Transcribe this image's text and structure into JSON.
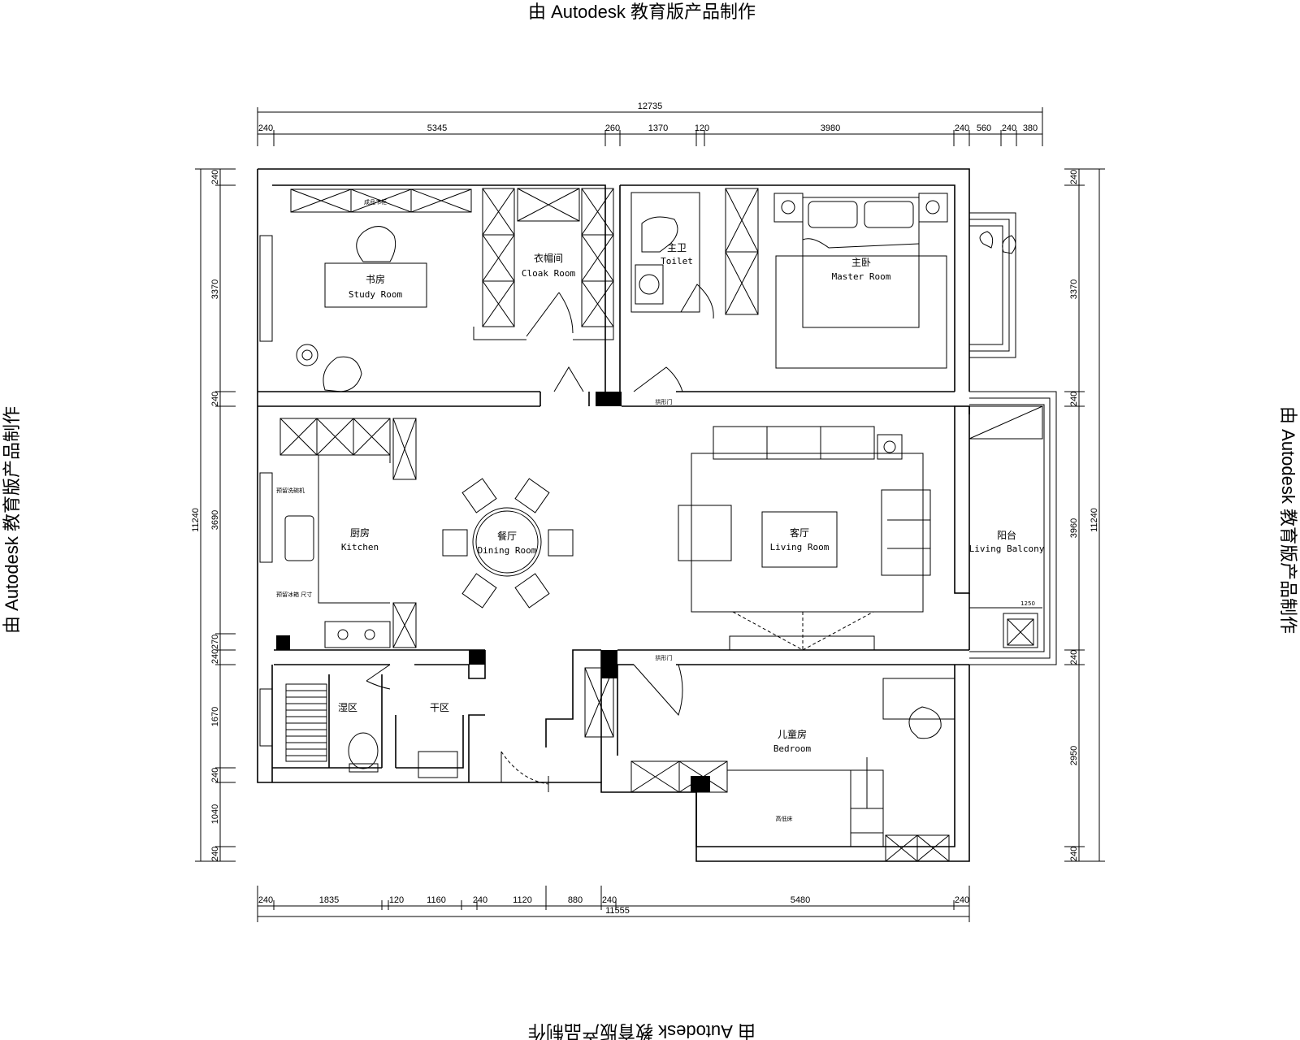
{
  "watermark": "由 Autodesk 教育版产品制作",
  "rooms": {
    "study": {
      "cn": "书房",
      "en": "Study Room"
    },
    "cloak": {
      "cn": "衣帽间",
      "en": "Cloak Room"
    },
    "toilet": {
      "cn": "主卫",
      "en": "Toilet"
    },
    "master": {
      "cn": "主卧",
      "en": "Master Room"
    },
    "kitchen": {
      "cn": "厨房",
      "en": "Kitchen"
    },
    "dining": {
      "cn": "餐厅",
      "en": "Dining Room"
    },
    "living": {
      "cn": "客厅",
      "en": "Living Room"
    },
    "balcony": {
      "cn": "阳台",
      "en": "Living Balcony"
    },
    "wet": {
      "cn": "湿区"
    },
    "dry": {
      "cn": "干区"
    },
    "bedroom": {
      "cn": "儿童房",
      "en": "Bedroom"
    }
  },
  "annotations": {
    "bookcase": "成品书柜",
    "dishwasher": "预留洗碗机",
    "fridge": "预留冰箱 尺寸",
    "arch_door_1": "拱形门",
    "arch_door_2": "拱形门",
    "bunk_bed": "高低床",
    "balcony_width": "1250"
  },
  "dimensions": {
    "top": {
      "overall": "12735",
      "segments": [
        "240",
        "5345",
        "260",
        "1370",
        "120",
        "3980",
        "240",
        "560",
        "240",
        "380"
      ]
    },
    "bottom": {
      "overall": "11555",
      "segments": [
        "240",
        "1835",
        "120",
        "1160",
        "240",
        "1120",
        "880",
        "240",
        "5480",
        "240"
      ]
    },
    "left": {
      "overall": "11240",
      "segments": [
        "240",
        "3370",
        "240",
        "3690",
        "240",
        "270",
        "1670",
        "240",
        "1040",
        "240"
      ]
    },
    "right": {
      "overall": "11240",
      "segments": [
        "240",
        "3370",
        "240",
        "3960",
        "240",
        "2950",
        "240"
      ]
    }
  }
}
